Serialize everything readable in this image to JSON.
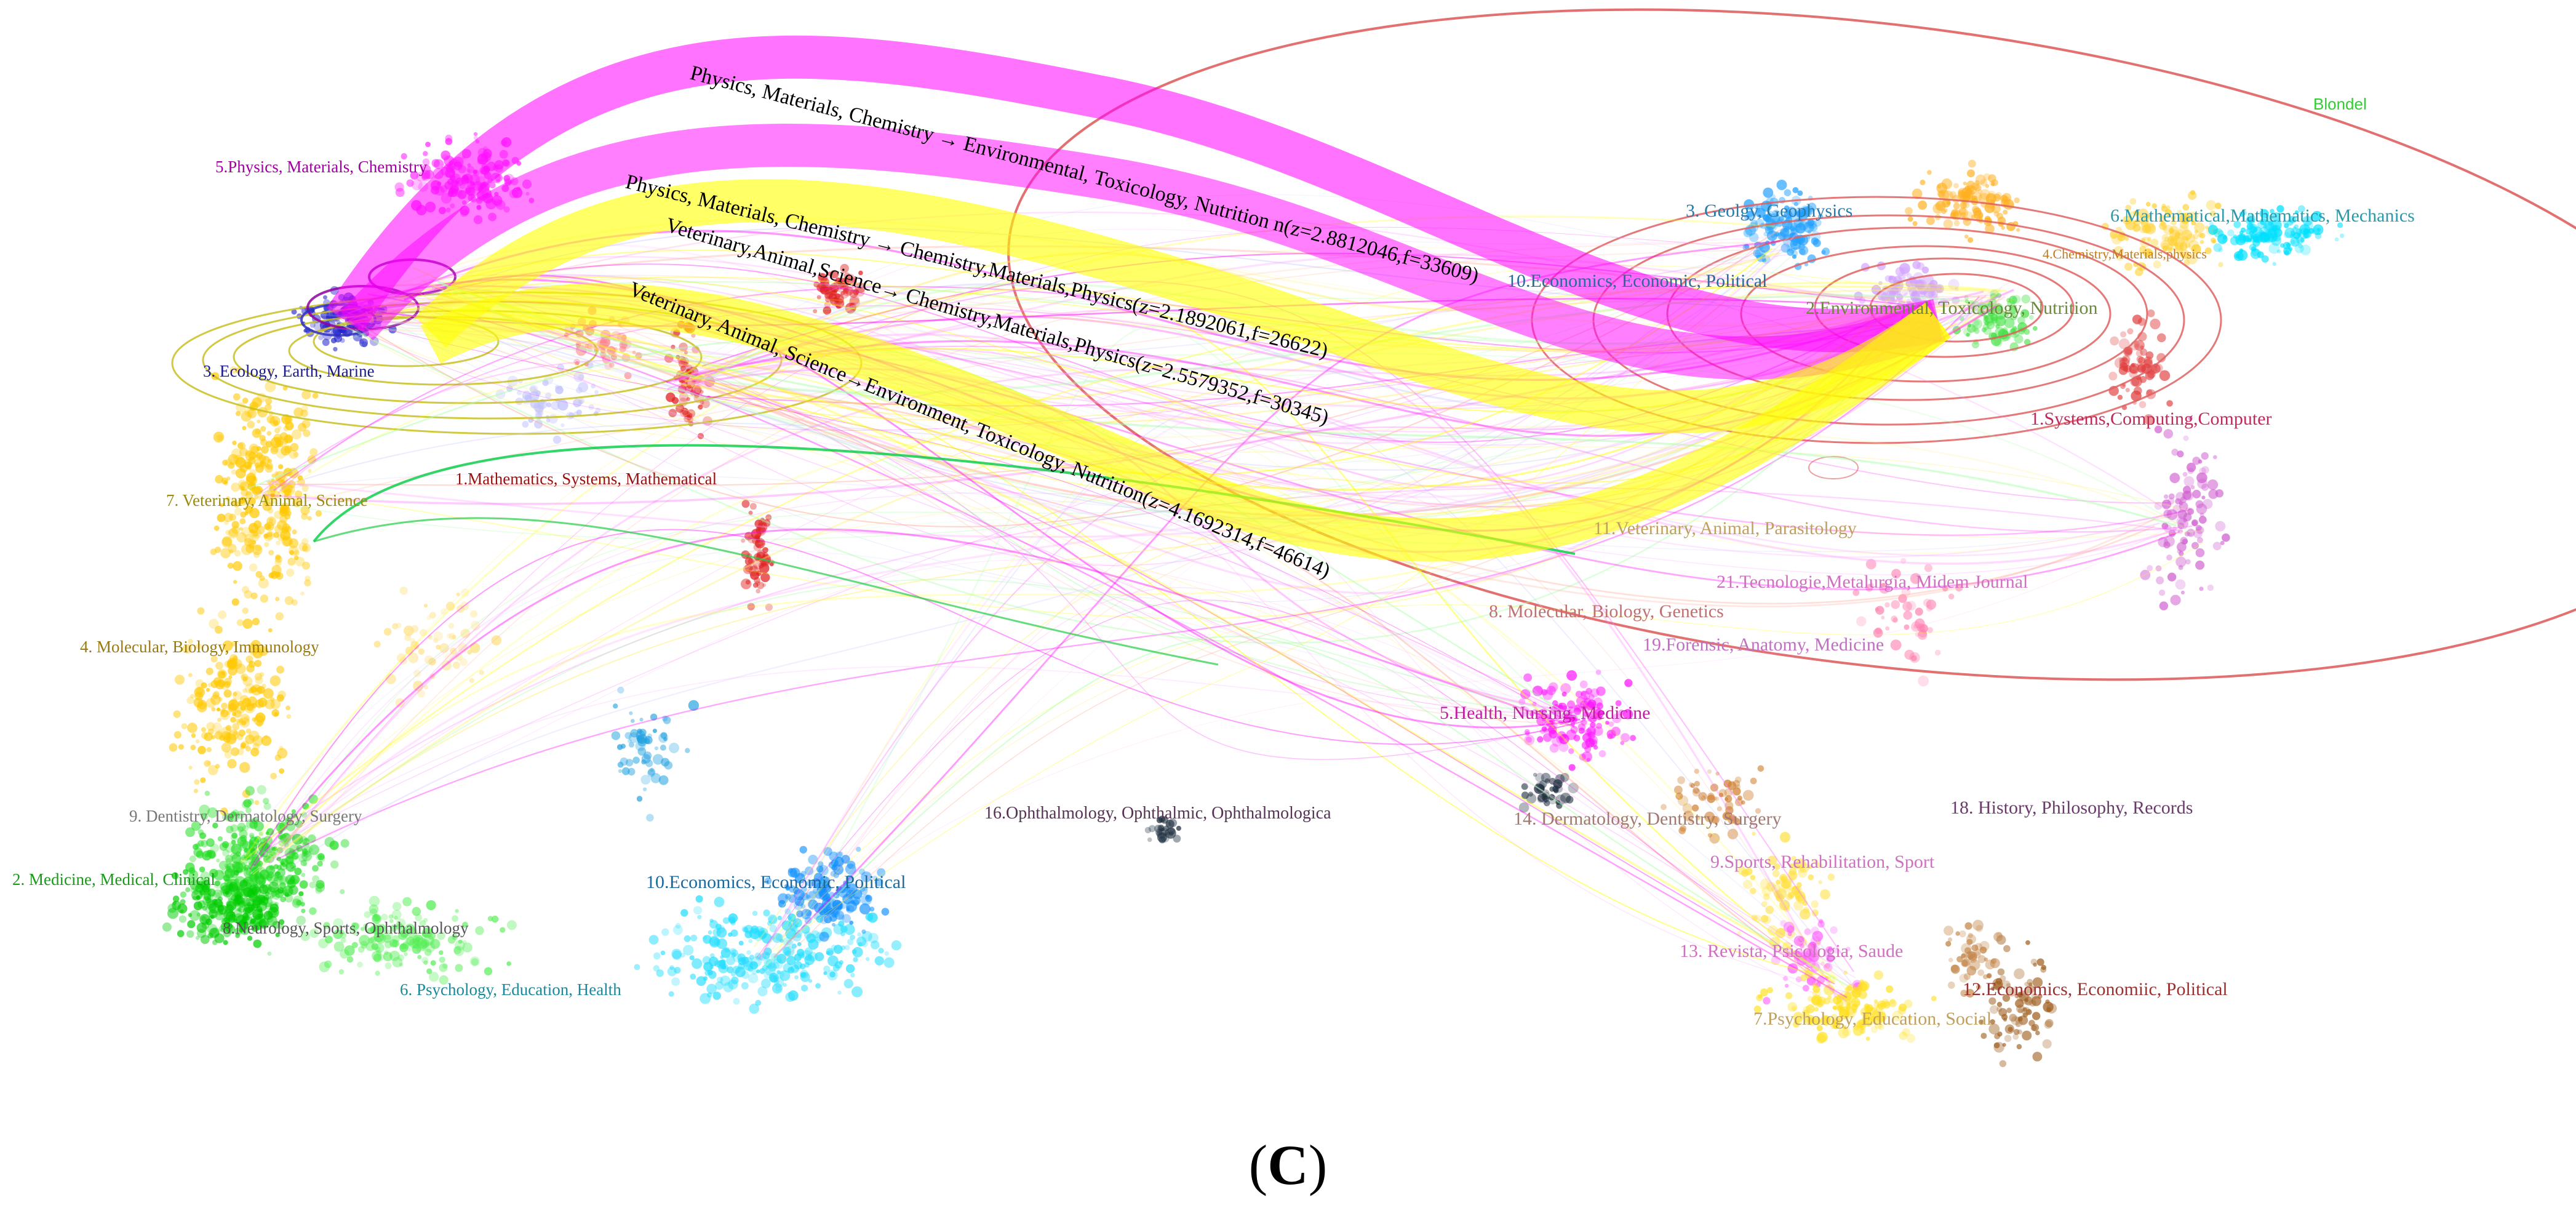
{
  "figure_label": "C",
  "overlay_label": "Blondel",
  "left_clusters": [
    {
      "text": "5.Physics, Materials, Chemistry",
      "color": "#a000a0"
    },
    {
      "text": "3. Ecology, Earth, Marine",
      "color": "#1a1a8a"
    },
    {
      "text": "7. Veterinary, Animal, Science",
      "color": "#9a8a10"
    },
    {
      "text": "1.Mathematics,   Systems, Mathematical",
      "color": "#9a1010"
    },
    {
      "text": "4. Molecular, Biology, Immunology",
      "color": "#9a7a10"
    },
    {
      "text": "9. Dentistry, Dermatology, Surgery",
      "color": "#777777"
    },
    {
      "text": "2. Medicine, Medical, Clinical",
      "color": "#1a9a1a"
    },
    {
      "text": "8.Neurology, Sports, Ophthalmology",
      "color": "#555555"
    },
    {
      "text": "10.Economics, Economic, Political",
      "color": "#1a6aa0"
    },
    {
      "text": "6. Psychology, Education, Health",
      "color": "#1a8a9a"
    }
  ],
  "right_clusters": [
    {
      "text": "3. Geolgy, Geophysics",
      "color": "#2a7aaa"
    },
    {
      "text": "6.Mathematical,Mathematics, Mechanics",
      "color": "#2a9aaa"
    },
    {
      "text": "10.Economics, Economic, Political",
      "color": "#2a6a9a"
    },
    {
      "text": "4.Chemistry,Materials,physics",
      "color": "#c07a20"
    },
    {
      "text": "2.Environmental, Toxicology, Nutrition",
      "color": "#6a8a3a"
    },
    {
      "text": "1.Systems,Computing,Computer",
      "color": "#c02a5a"
    },
    {
      "text": "11.Veterinary, Animal, Parasitology",
      "color": "#c0a060"
    },
    {
      "text": "21.Tecnologie,Metalurgia, Midem Journal",
      "color": "#d070c0"
    },
    {
      "text": "8. Molecular, Biology, Genetics",
      "color": "#c07070"
    },
    {
      "text": "19.Forensic, Anatomy, Medicine",
      "color": "#c070c0"
    },
    {
      "text": "5.Health, Nursing, Medicine",
      "color": "#c020a0"
    },
    {
      "text": "16.Ophthalmology, Ophthalmic, Ophthalmologica",
      "color": "#553355"
    },
    {
      "text": "14. Dermatology, Dentistry, Surgery",
      "color": "#a07a70"
    },
    {
      "text": "18. History, Philosophy, Records",
      "color": "#6a3a6a"
    },
    {
      "text": "9.Sports, Rehabilitation, Sport",
      "color": "#d070c0"
    },
    {
      "text": "13. Revista, Psicologia, Saude",
      "color": "#d070c0"
    },
    {
      "text": "12.Economics, Economiic, Political",
      "color": "#9a3030"
    },
    {
      "text": "7.Psychology, Education, Social",
      "color": "#c0a060"
    }
  ],
  "flows": [
    {
      "text": "Physics, Materials, Chemistry → Environmental, Toxicology, Nutrition n(z=2.8812046,f=33609)",
      "color": "#ff00ff"
    },
    {
      "text": "Physics, Materials, Chemistry → Chemistry,Materials,Physics(z=2.1892061,f=26622)",
      "color": "#ff00ff"
    },
    {
      "text": "Veterinary,Animal,Science→ Chemistry,Materials,Physics(z=2.5579352,f=30345)",
      "color": "#ffff00"
    },
    {
      "text": "Veterinary, Animal, Science→Environment, Toxicology, Nutrition(z=4.1692314,f=46614)",
      "color": "#ffff00"
    }
  ],
  "colors": {
    "magenta": "#ff00ff",
    "yellow": "#ffff00",
    "red_ellipse": "#e06060",
    "blondel": "#33cc33"
  }
}
